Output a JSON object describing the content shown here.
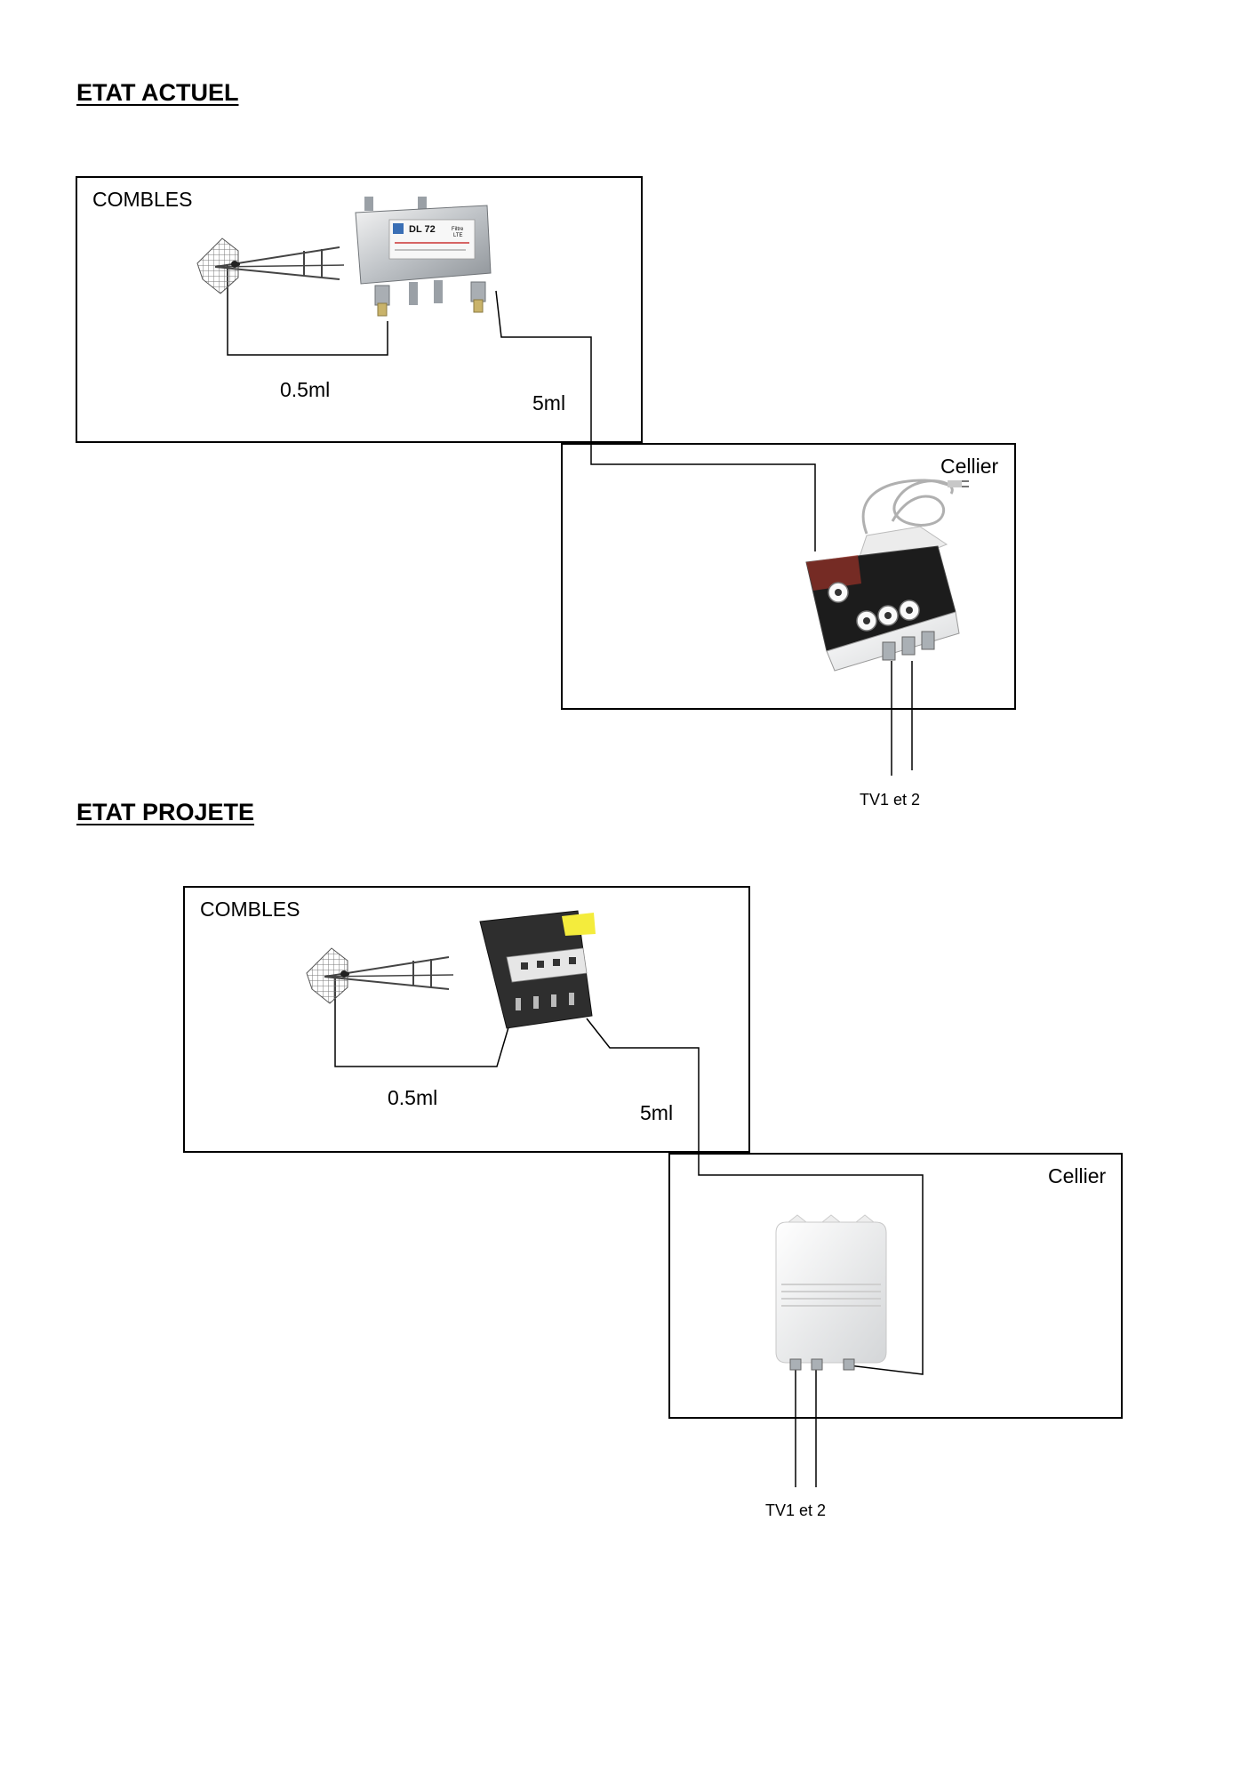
{
  "current": {
    "heading": "ETAT ACTUEL",
    "attic_label": "COMBLES",
    "cable_short": "0.5ml",
    "cable_long": "5ml",
    "cellar_label": "Cellier",
    "output_label": "TV1 et 2",
    "filter_model": "DL 72",
    "filter_type": "Filtre LTE"
  },
  "planned": {
    "heading": "ETAT PROJETE",
    "attic_label": "COMBLES",
    "cable_short": "0.5ml",
    "cable_long": "5ml",
    "cellar_label": "Cellier",
    "output_label": "TV1 et 2"
  },
  "icons": [
    "antenna-icon",
    "lte-filter-icon",
    "indoor-amplifier-icon",
    "mast-amplifier-icon",
    "power-supply-icon"
  ],
  "colors": {
    "wire": "#000000",
    "device_light": "#e8e8e8",
    "device_dark": "#2e2e2e",
    "sticker": "#f4ec3c"
  }
}
